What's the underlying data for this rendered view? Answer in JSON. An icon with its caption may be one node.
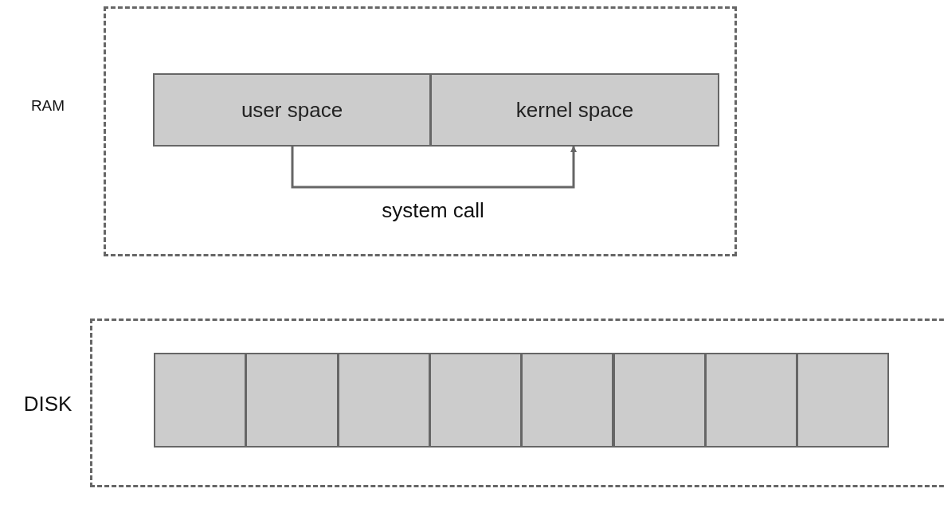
{
  "diagram": {
    "nodes": [
      {
        "text": [
          "RAM"
        ]
      },
      {
        "text": [
          "user space"
        ],
        "in": 0
      },
      {
        "text": [
          "kernel space"
        ],
        "in": 0
      },
      {
        "text": [
          "DISK"
        ]
      },
      {
        "text": [],
        "shape": "box",
        "in": 3
      },
      {
        "text": [],
        "shape": "box",
        "in": 3
      },
      {
        "text": [],
        "shape": "box",
        "in": 3
      },
      {
        "text": [],
        "shape": "box",
        "in": 3
      },
      {
        "text": [],
        "shape": "box",
        "in": 3
      },
      {
        "text": [],
        "shape": "box",
        "in": 3
      },
      {
        "text": [],
        "shape": "box",
        "in": 3
      },
      {
        "text": [],
        "shape": "box",
        "in": 3
      }
    ],
    "edges": [
      {
        "from": 1,
        "to": 2,
        "arrow": "to",
        "label": "system call"
      }
    ]
  }
}
